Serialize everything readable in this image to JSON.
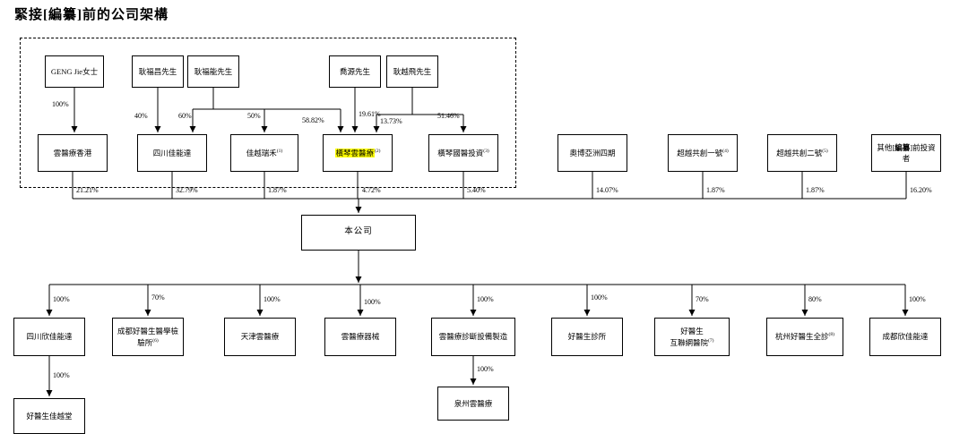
{
  "title": "緊接[編纂]前的公司架構",
  "shareholders": {
    "geng_jie": "GENG Jie女士",
    "geng_fuchang": "耿福昌先生",
    "geng_funeng": "耿福能先生",
    "qiao_yuan": "喬源先生",
    "geng_yuefei": "耿越飛先生"
  },
  "holdcos": {
    "cloud_hk": "雲醫療香港",
    "sichuan_jianengda": "四川佳能達",
    "jiayue_ruihe": "佳越瑞禾",
    "jiayue_ruihe_note": "(1)",
    "hengqin_cloud": "橫琴雲醫療",
    "hengqin_cloud_note": "(2)",
    "hengqin_guoyi": "橫琴國醫投資",
    "hengqin_guoyi_note": "(3)",
    "aobo_asia": "奧博亞洲四期",
    "chaoyue_one": "超越共創一號",
    "chaoyue_one_note": "(4)",
    "chaoyue_two": "超越共創二號",
    "chaoyue_two_note": "(5)",
    "other_pre": "其他[",
    "other_redact": "編纂",
    "other_post": "]前投資者"
  },
  "company_label": "本公司",
  "subsidiaries": {
    "sichuan_xinjia": "四川欣佳能達",
    "chengdu_lab": "成都好醫生醫學檢驗所",
    "chengdu_lab_note": "(6)",
    "tianjin_cloud": "天津雲醫療",
    "cloud_devices": "雲醫療器械",
    "cloud_diag": "雲醫療診斷設備製造",
    "haoyisheng_clinic": "好醫生診所",
    "haoyisheng_internet_l1": "好醫生",
    "haoyisheng_internet_l2": "互聯網醫院",
    "haoyisheng_internet_note": "(7)",
    "hangzhou_quanzhen": "杭州好醫生全診",
    "hangzhou_quanzhen_note": "(8)",
    "chengdu_xinjia": "成都欣佳能達",
    "jiayuetang": "好醫生佳越堂",
    "quanzhou_cloud": "泉州雲醫療"
  },
  "ownership": {
    "gengjie_cloudhk": "100%",
    "fuchang_sichuan": "40%",
    "funeng_sichuan": "60%",
    "funeng_jiayue": "50%",
    "funeng_hengqin": "58.82%",
    "qiaoyuan_hengqin": "19.61%",
    "yuefei_hengqin": "13.73%",
    "yuefei_guoyi": "51.46%",
    "cloudhk_co": "21.21%",
    "sichuan_co": "32.79%",
    "jiayue_co": "1.87%",
    "hengqincloud_co": "4.72%",
    "guoyi_co": "5.40%",
    "aobo_co": "14.07%",
    "chaoyue1_co": "1.87%",
    "chaoyue2_co": "1.87%",
    "other_co": "16.20%",
    "co_sichuanxinjia": "100%",
    "co_chengdulab": "70%",
    "co_tianjin": "100%",
    "co_devices": "100%",
    "co_diag": "100%",
    "co_clinic": "100%",
    "co_internet": "70%",
    "co_hangzhou": "80%",
    "co_chengduxinjia": "100%",
    "xinjia_jiayuetang": "100%",
    "diag_quanzhou": "100%"
  }
}
